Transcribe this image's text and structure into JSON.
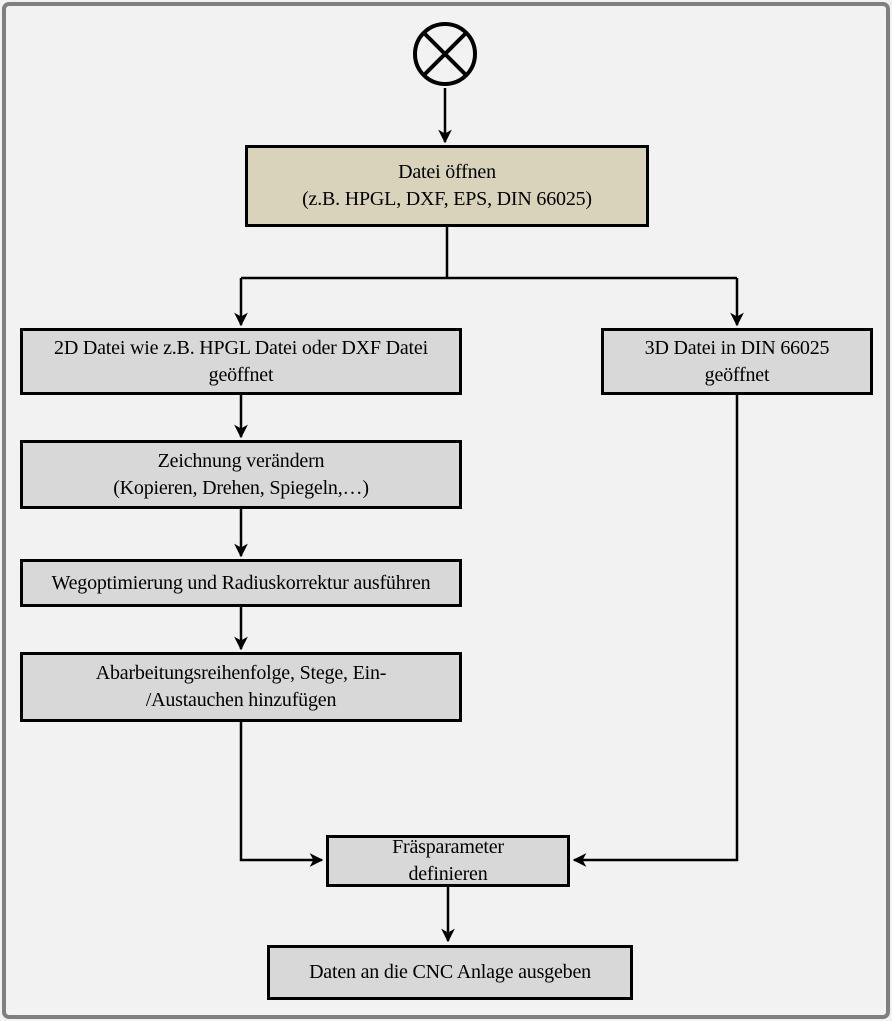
{
  "diagram": {
    "kind": "flowchart",
    "language": "de",
    "background_color": "#f2f2f2",
    "frame_border_color": "#7f7f7f",
    "node_border_color": "#000000",
    "connector_color": "#000000",
    "start_symbol": "crossed-circle",
    "nodes": {
      "open_file": {
        "line1": "Datei öffnen",
        "line2": "(z.B. HPGL, DXF, EPS, DIN 66025)",
        "fill": "#d9d3bb"
      },
      "file_2d": {
        "line1": "2D Datei wie z.B. HPGL Datei oder DXF Datei",
        "line2": "geöffnet",
        "fill": "#d8d8d8"
      },
      "file_3d": {
        "line1": "3D Datei in DIN 66025",
        "line2": "geöffnet",
        "fill": "#d8d8d8"
      },
      "modify_drawing": {
        "line1": "Zeichnung verändern",
        "line2": "(Kopieren, Drehen, Spiegeln,…)",
        "fill": "#d8d8d8"
      },
      "path_optimization": {
        "line1": "Wegoptimierung und Radiuskorrektur ausführen",
        "fill": "#d8d8d8"
      },
      "processing_order": {
        "line1": "Abarbeitungsreihenfolge, Stege, Ein-",
        "line2": "/Austauchen hinzufügen",
        "fill": "#d8d8d8"
      },
      "milling_parameters": {
        "line1": "Fräsparameter",
        "line2": "definieren",
        "fill": "#d8d8d8"
      },
      "output_cnc": {
        "line1": "Daten an die CNC Anlage ausgeben",
        "fill": "#d8d8d8"
      }
    }
  }
}
